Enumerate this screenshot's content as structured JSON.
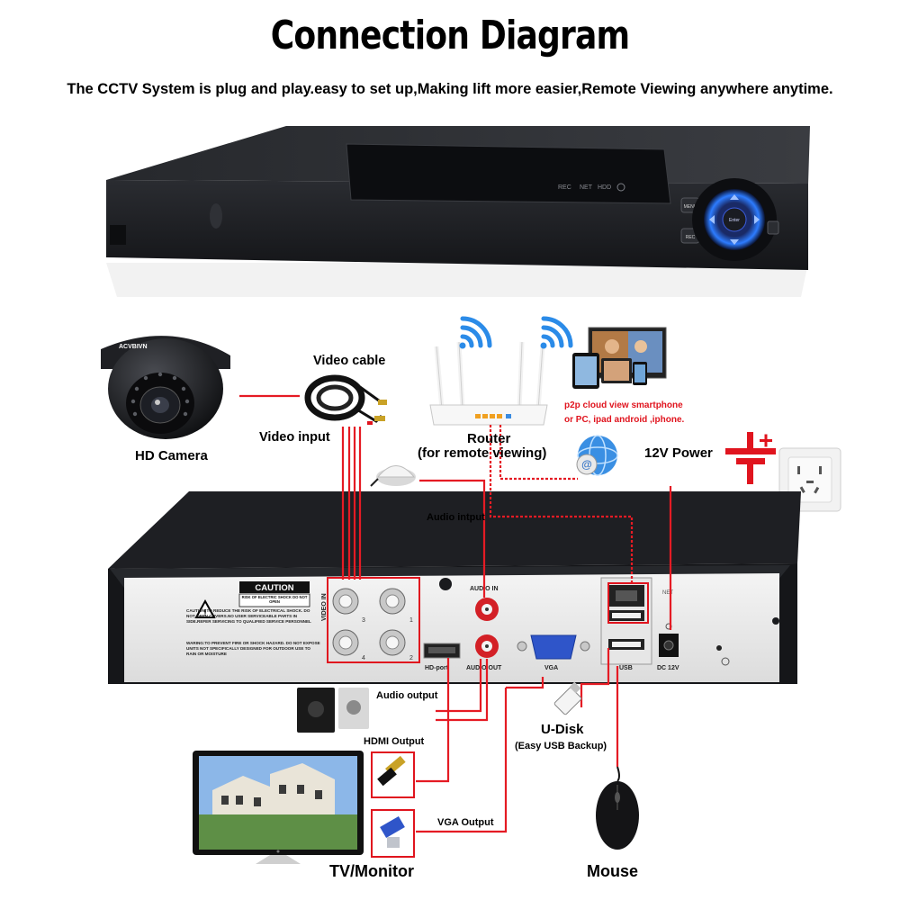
{
  "header": {
    "title": "Connection Diagram",
    "subtitle": "The CCTV System is plug and play.easy to set up,Making lift more easier,Remote Viewing anywhere anytime."
  },
  "dvr_front": {
    "indicators": [
      "REC",
      "NET",
      "HDD"
    ],
    "buttons": [
      "MENU",
      "REC"
    ],
    "nav_center": "Enter"
  },
  "components": {
    "camera": {
      "label": "HD Camera",
      "brand": "ACVBIVN"
    },
    "video_cable": "Video cable",
    "video_input": "Video input",
    "router": {
      "label": "Router",
      "sublabel": "(for remote viewing)"
    },
    "p2p": {
      "line1": "p2p cloud  view smartphone",
      "line2": "or PC, ipad android ,iphone."
    },
    "power": "12V Power",
    "audio_input": "Audio intput",
    "audio_output": "Audio output",
    "hdmi_output": "HDMI Output",
    "vga_output": "VGA Output",
    "udisk": {
      "label": "U-Disk",
      "sublabel": "(Easy USB Backup)"
    },
    "tv": "TV/Monitor",
    "mouse": "Mouse"
  },
  "rear_panel": {
    "caution_title": "CAUTION",
    "caution_sub": "RISK OF ELECTRIC SHOCK DO NOT OPEN",
    "caution_text": "CAUTION:TO REDUCE THE RISK OF ELECTRICAL SHOCK. DO NOT OPEN COVERS.NO USER SERVICEABLE PARTS IN SIDE.REFER SERVICING TO QUALIFIED SERVICE PERSONNEL",
    "warning_text": "WARING:TO PREVENT FIRE OR SHOCK HAZARD. DO NOT EXPOSE UNITS NOT SPECIFICALLY DESIGNED FOR OUTDOOR USE TO RAIN OR MOISTURE",
    "video_in": "VIDEO IN",
    "ports": [
      "HD-port",
      "AUDIO OUT",
      "AUDIO IN",
      "VGA",
      "USB",
      "DC 12V",
      "NET"
    ],
    "channel_numbers": [
      "1",
      "2",
      "3",
      "4"
    ]
  },
  "colors": {
    "accent": "#e0141e",
    "line": "#e51b24",
    "dvr": "#1c1d21"
  }
}
